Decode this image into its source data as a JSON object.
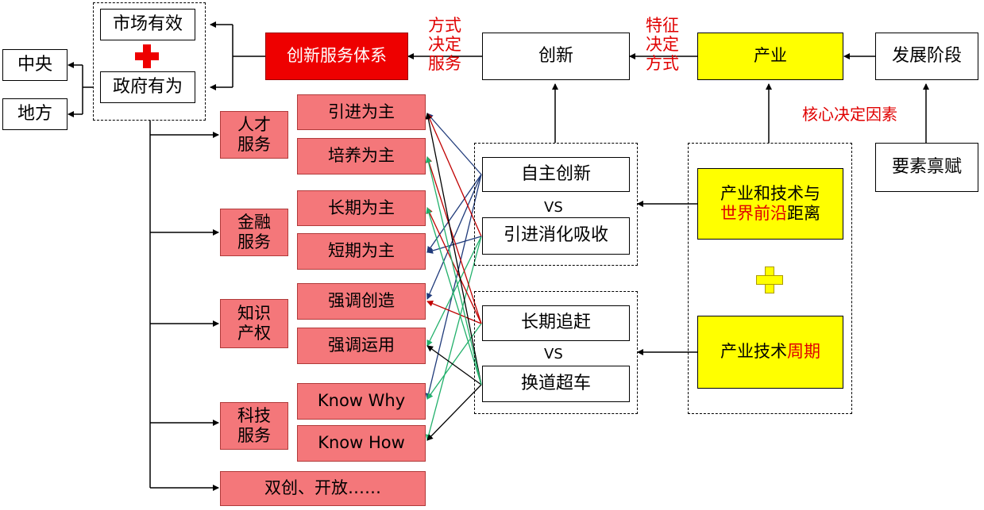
{
  "left": {
    "central": "中央",
    "local": "地方",
    "market": "市场有效",
    "government": "政府有为"
  },
  "top": {
    "system": "创新服务体系",
    "label_mode": "方式\n决定\n服务",
    "innovation": "创新",
    "label_feature": "特征\n决定\n方式",
    "industry": "产业",
    "stage": "发展阶段",
    "core_label": "核心决定因素",
    "endowment": "要素禀赋"
  },
  "services": [
    {
      "category": "人才\n服务",
      "options": [
        "引进为主",
        "培养为主"
      ]
    },
    {
      "category": "金融\n服务",
      "options": [
        "长期为主",
        "短期为主"
      ]
    },
    {
      "category": "知识\n产权",
      "options": [
        "强调创造",
        "强调运用"
      ]
    },
    {
      "category": "科技\n服务",
      "options": [
        "Know Why",
        "Know How"
      ]
    }
  ],
  "extra_service": "双创、开放……",
  "modes": {
    "independent": "自主创新",
    "vs1": "VS",
    "import": "引进消化吸收",
    "catchup": "长期追赶",
    "vs2": "VS",
    "leapfrog": "换道超车"
  },
  "factors": {
    "distance_prefix": "产业和技术与",
    "distance_highlight": "世界前沿",
    "distance_suffix": "距离",
    "cycle_prefix": "产业技术",
    "cycle_highlight": "周期"
  },
  "colors": {
    "pink": "#f4777a",
    "red": "#ee0000",
    "yellow": "#ffff00",
    "navy": "#1f3a7a",
    "green": "#22b06b",
    "darkred": "#c00000"
  }
}
